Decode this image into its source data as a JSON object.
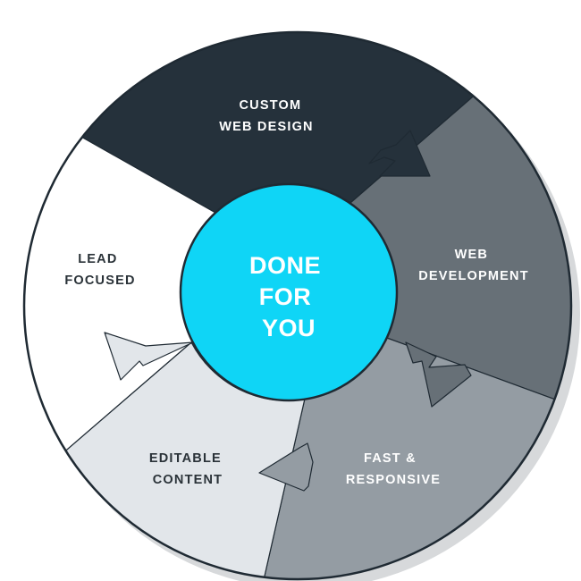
{
  "center": {
    "lines": [
      "DONE",
      "FOR",
      "YOU"
    ],
    "fill": "#0fd5f6",
    "text_color": "#ffffff"
  },
  "segments": [
    {
      "id": "custom-web-design",
      "lines": [
        "CUSTOM",
        "WEB DESIGN"
      ],
      "fill": "#25313b",
      "text_color": "#ffffff"
    },
    {
      "id": "web-development",
      "lines": [
        "WEB",
        "DEVELOPMENT"
      ],
      "fill": "#677077",
      "text_color": "#ffffff"
    },
    {
      "id": "fast-responsive",
      "lines": [
        "FAST &",
        "RESPONSIVE"
      ],
      "fill": "#949ca3",
      "text_color": "#ffffff"
    },
    {
      "id": "editable-content",
      "lines": [
        "EDITABLE",
        "CONTENT"
      ],
      "fill": "#e2e6ea",
      "text_color": "#2a3238"
    },
    {
      "id": "lead-focused",
      "lines": [
        "LEAD",
        "FOCUSED"
      ],
      "fill": "#ffffff",
      "text_color": "#2a3238"
    }
  ],
  "colors": {
    "outline": "#1f2a33",
    "shadow": "#d7d9db"
  }
}
